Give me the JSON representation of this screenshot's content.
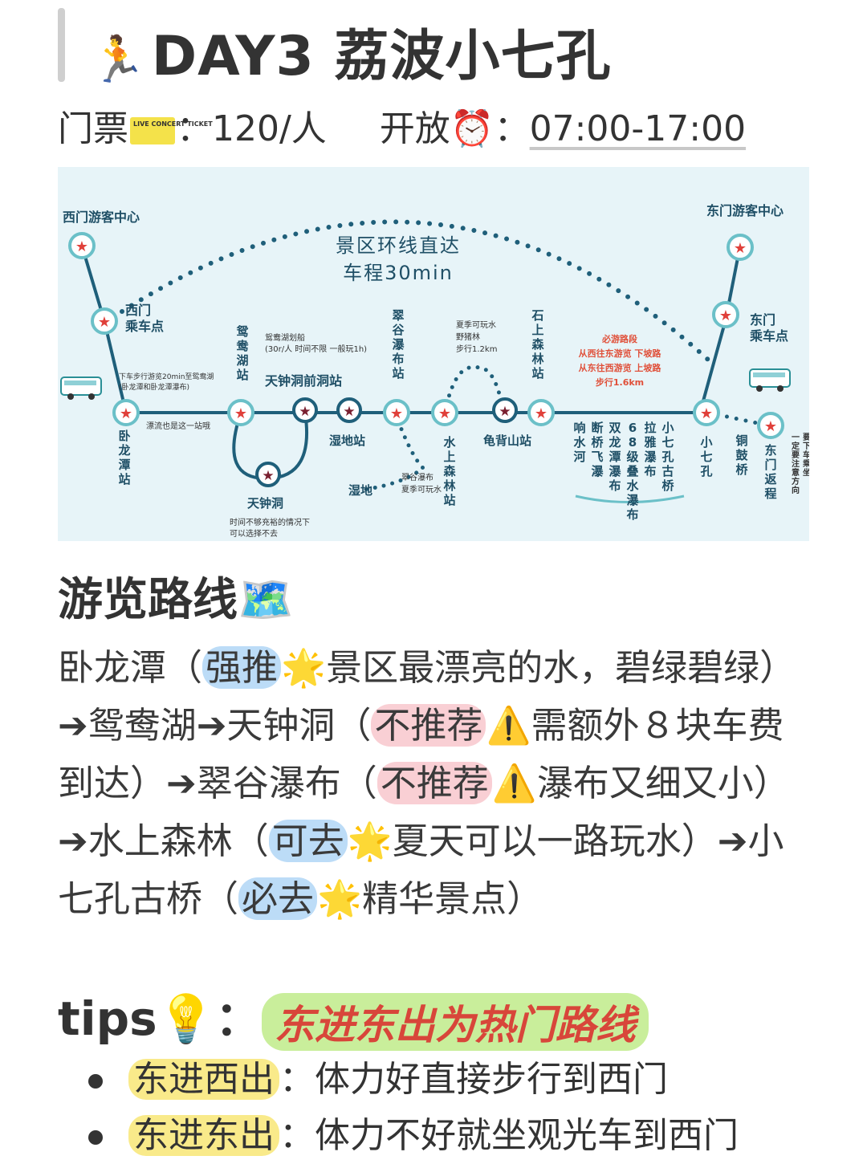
{
  "header": {
    "title_emoji": "🏃",
    "title": "DAY3 荔波小七孔"
  },
  "info": {
    "ticket_label": "门票",
    "ticket_icon": "ticket-icon",
    "ticket_icon_text": "LIVE CONCERT TICKET",
    "ticket_value": "：120/人",
    "open_label": "开放",
    "open_emoji": "⏰",
    "open_value": "07:00-17:00"
  },
  "map": {
    "west_center": "西门游客中心",
    "east_center": "东门游客中心",
    "loop_line1": "景区环线直达",
    "loop_line2": "车程30min",
    "west_stop": "西门\n乘车点",
    "east_stop": "东门\n乘车点",
    "west_walk_note": "下车步行游览20min至鸳鸯湖\n(卧龙潭和卧龙潭瀑布)",
    "flow_note": "漂流也是这一站哦",
    "boat_note": "鸳鸯湖划船\n(30r/人 时间不限 一般玩1h)",
    "tianzhong_front": "天钟洞前洞站",
    "tianzhong": "天钟洞",
    "tianzhong_note": "时间不够充裕的情况下\n可以选择不去",
    "wetland_station": "湿地站",
    "wetland": "湿地",
    "cuigu_fall_note": "翠谷瀑布\n夏季可玩水",
    "summer_note": "夏季可玩水\n野猪林\n步行1.2km",
    "guibei": "龟背山站",
    "must_walk": "必游路段\n从西往东游览 下坡路\n从东往西游览 上坡路\n步行1.6km",
    "east_return_note": "要下车乘坐\n一定要注意方向",
    "stations": {
      "wolongtan": "卧龙潭站",
      "yuanyanghu": "鸳鸯湖站",
      "cuigupubu": "翠谷瀑布站",
      "shuishangsenlin": "水上森林站",
      "shishangsenlin": "石上森林站",
      "xiaoqikong": "小七孔",
      "east_return": "东门返程"
    },
    "must_spots": [
      "响水河",
      "断桥飞瀑",
      "双龙潭瀑布",
      "68级叠水瀑布",
      "拉雅瀑布",
      "小七孔古桥"
    ],
    "tonggu": "铜鼓桥"
  },
  "route": {
    "heading": "游览路线",
    "heading_emoji": "🗺️",
    "p1": "卧龙潭（",
    "tag1": "强推",
    "e1": "🌟",
    "p2": "景区最漂亮的水，碧绿碧绿）➔鸳鸯湖➔天钟洞（",
    "tag2": "不推荐",
    "e2": "⚠️",
    "p3": "需额外８块车费到达）➔翠谷瀑布（",
    "tag3": "不推荐",
    "e3": "⚠️",
    "p4": "瀑布又细又小）➔水上森林（",
    "tag4": "可去",
    "e4": "🌟",
    "p5": "夏天可以一路玩水）➔小七孔古桥（",
    "tag5": "必去",
    "e5": "🌟",
    "p6": "精华景点）"
  },
  "tips": {
    "label": "tips",
    "emoji": "💡",
    "colon": "：",
    "highlight": "东进东出为热门路线",
    "items": [
      {
        "tag": "东进西出",
        "text": "：体力好直接步行到西门"
      },
      {
        "tag": "东进东出",
        "text": "：体力不好就坐观光车到西门"
      }
    ]
  },
  "colors": {
    "line": "#2a8f96",
    "station": "#e0403a",
    "must": "#e0503a",
    "highlight_blue": "#bcdcf7",
    "highlight_pink": "#f9cfd4",
    "highlight_yellow": "#f9ea8a",
    "highlight_green": "#c9ee9b"
  }
}
